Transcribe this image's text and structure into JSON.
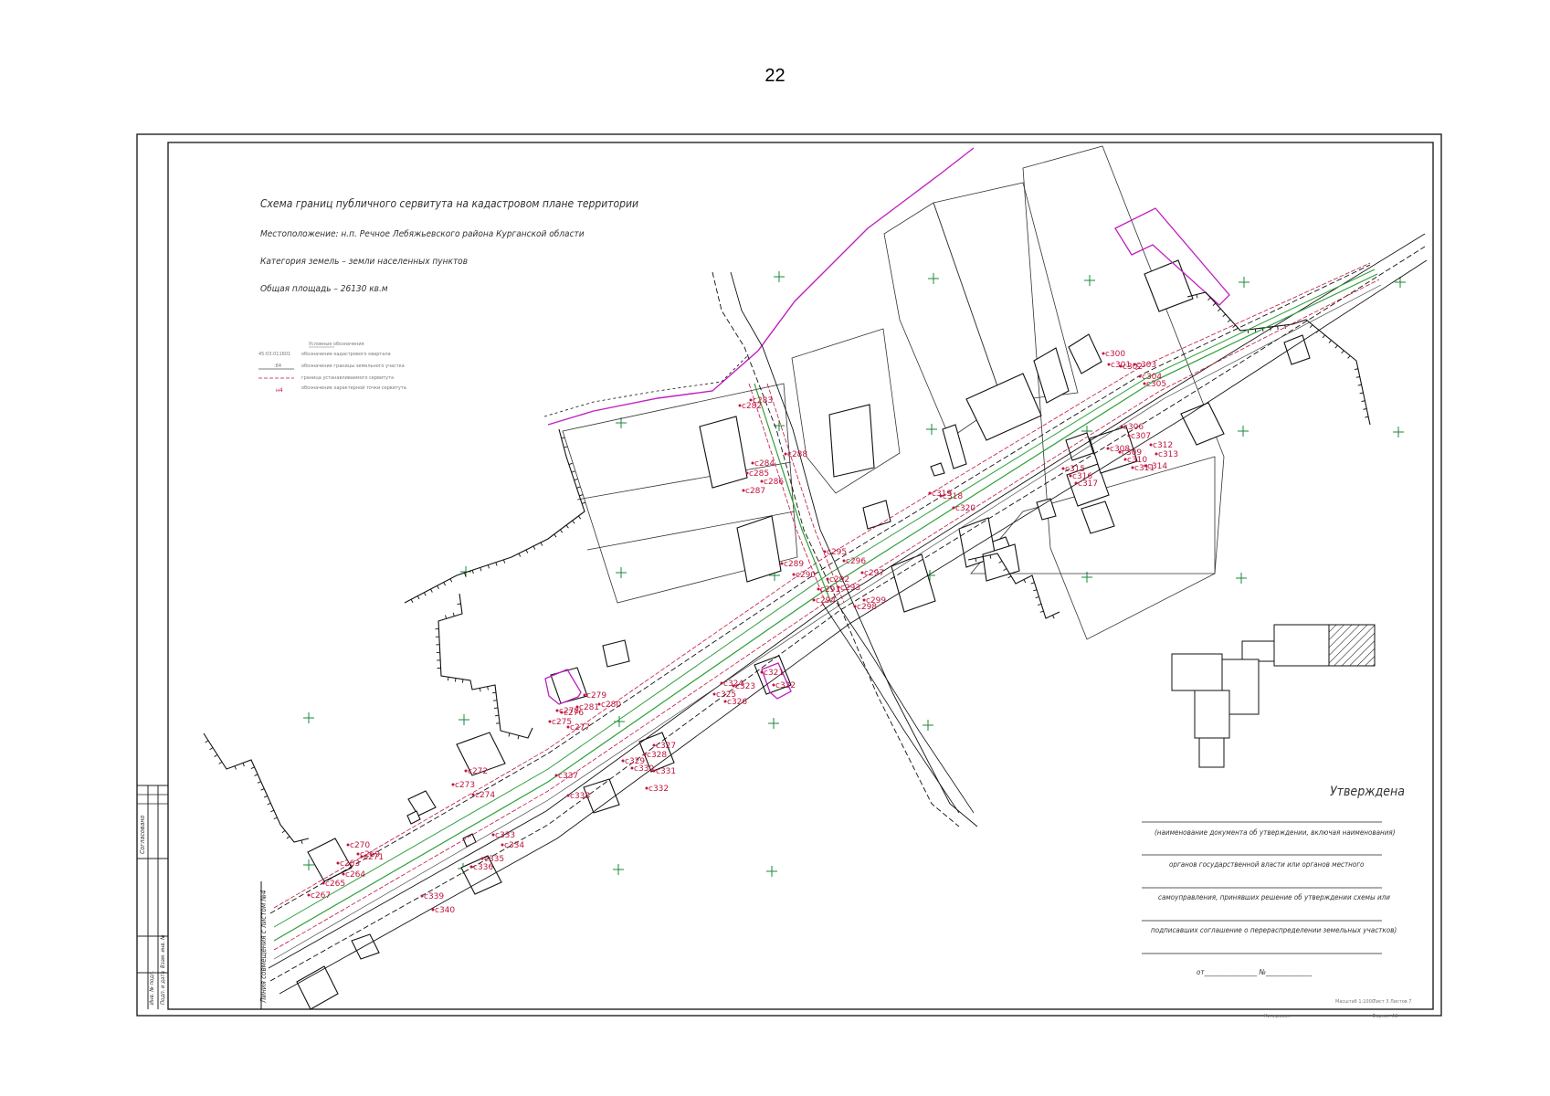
{
  "page_number": "22",
  "header": {
    "title": "Схема границ публичного сервитута на кадастровом плане территории",
    "location": "Местоположение: н.п. Речное Лебяжьевского района Курганской области",
    "category": "Категория земель – земли населенных пунктов",
    "area": "Общая площадь – 26130 кв.м"
  },
  "legend": {
    "title": "Условные обозначения",
    "items": [
      {
        "sample": "45:03:011601",
        "text": "обозначение кадастрового квартала"
      },
      {
        "sample": ":84",
        "text": "обозначение границы земельного участка"
      },
      {
        "sample": "",
        "text": "граница устанавливаемого сервитута"
      },
      {
        "sample": "н4",
        "text": "обозначение характерной точки сервитута"
      }
    ]
  },
  "approval": {
    "heading": "Утверждена",
    "lines": [
      "(наименование документа об утверждении, включая наименования)",
      "органов государственной власти или органов местного",
      "самоуправления, принявших решение об утверждении схемы или",
      "подписавших соглашение о перераспределении земельных участков)"
    ],
    "date_line": "от________________ №______________"
  },
  "side_stamp": {
    "agreed": "Согласовано",
    "columns": [
      "Инв. № подл.",
      "Подп. и дата",
      "Взам. инв. №"
    ]
  },
  "match_line": "Линия совмещения с листом №4",
  "footer": {
    "scale": "Масштаб 1:1000",
    "sheet": "Лист 3 Листов 7",
    "copied": "Копировал",
    "format": "Формат А3"
  },
  "point_labels": [
    "с263",
    "с264",
    "с265",
    "с267",
    "с269",
    "с270",
    "с271",
    "с272",
    "с273",
    "с274",
    "с275",
    "с276",
    "с277",
    "с278",
    "с279",
    "с280",
    "с281",
    "с282",
    "с283",
    "с284",
    "с285",
    "с286",
    "с287",
    "с288",
    "с289",
    "с290",
    "с291",
    "с292",
    "с293",
    "с294",
    "с295",
    "с296",
    "с297",
    "с298",
    "с299",
    "с300",
    "с301",
    "с302",
    "с303",
    "с304",
    "с305",
    "с306",
    "с307",
    "с308",
    "с309",
    "с310",
    "с311",
    "с312",
    "с313",
    "с314",
    "с315",
    "с316",
    "с317",
    "с318",
    "с319",
    "с320",
    "с321",
    "с322",
    "с323",
    "с324",
    "с325",
    "с326",
    "с327",
    "с328",
    "с329",
    "с330",
    "с331",
    "с332",
    "с333",
    "с334",
    "с335",
    "с336",
    "с337",
    "с338",
    "с339",
    "с340"
  ],
  "colors": {
    "servitude": "#c0143c",
    "axis": "#2e9e3a",
    "parcel_highlight": "#c020c0",
    "grid_cross": "#1a8a3a",
    "ink": "#111111"
  }
}
